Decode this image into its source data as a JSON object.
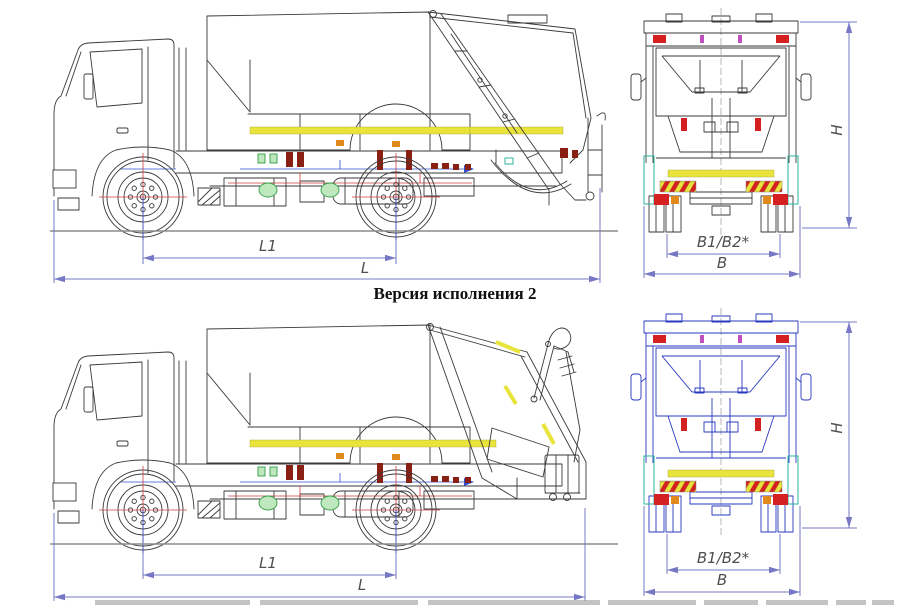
{
  "caption": {
    "version_label": "Версия исполнения 2"
  },
  "dimensions": {
    "top_side": {
      "wheelbase": "L1",
      "overall_length": "L"
    },
    "top_rear": {
      "track": "B1/B2*",
      "overall_width": "B",
      "overall_height": "H"
    },
    "bottom_side": {
      "wheelbase": "L1",
      "overall_length": "L"
    },
    "bottom_rear": {
      "track": "B1/B2*",
      "overall_width": "B",
      "overall_height": "H"
    }
  },
  "colors": {
    "line": "#3a3a3a",
    "dimension": "#7678c6",
    "ground": "#8c8c8c",
    "stripe_yellow": "#e9e43c",
    "accent_red": "#d42020",
    "accent_dark_red": "#8a2014",
    "accent_green": "#2f9e44",
    "accent_green_light": "#bfe8bf",
    "accent_teal": "#2ab5a0",
    "accent_blue_struct": "#2838c0",
    "accent_orange": "#e08a1e",
    "accent_magenta": "#c050c0",
    "accent_thin_red": "#cc4040",
    "accent_thin_blue": "#3050d0",
    "clipped_strip": "#9d9d9d"
  }
}
